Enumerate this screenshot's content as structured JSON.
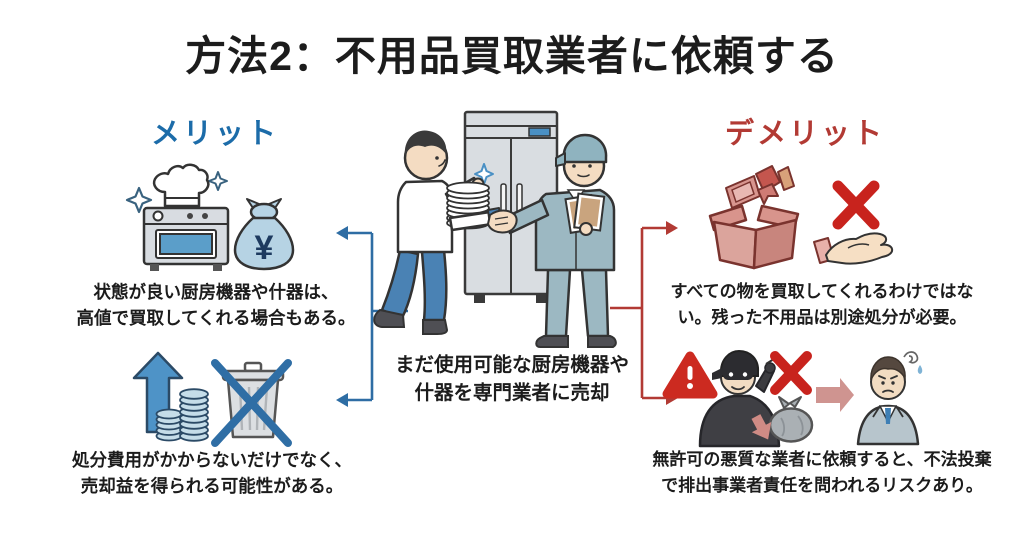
{
  "colors": {
    "background": "#ffffff",
    "text": "#1c1c1c",
    "merit_accent": "#1c6ca9",
    "demerit_accent": "#b23a34",
    "cross_red": "#c8231d",
    "connector_blue": "#2e6da4",
    "connector_red": "#b23a34"
  },
  "title": "方法2：不用品買取業者に依頼する",
  "merit": {
    "heading": "メリット",
    "money_bag_symbol": "¥",
    "items": [
      {
        "text": "状態が良い厨房機器や什器は、\n高値で買取してくれる場合もある。",
        "icons": [
          "sparkle-icon",
          "chef-hat-oven-icon",
          "money-bag-icon"
        ]
      },
      {
        "text": "処分費用がかからないだけでなく、\n売却益を得られる可能性がある。",
        "icons": [
          "rising-arrow-icon",
          "coin-stacks-icon",
          "no-disposal-trash-icon"
        ]
      }
    ]
  },
  "demerit": {
    "heading": "デメリット",
    "items": [
      {
        "text": "すべての物を買取してくれるわけではな\nい。残った不用品は別途処分が必要。",
        "icons": [
          "rejected-items-box-icon",
          "cross-icon",
          "refusing-hand-icon"
        ]
      },
      {
        "text": "無許可の悪質な業者に依頼すると、不法投棄\nで排出事業者責任を問われるリスクあり。",
        "icons": [
          "warning-icon",
          "illegal-dumper-icon",
          "cross-icon",
          "transfer-arrow-icon",
          "worried-businessman-icon"
        ]
      }
    ]
  },
  "center": {
    "caption": "まだ使用可能な厨房機器や\n什器を専門業者に売却"
  }
}
